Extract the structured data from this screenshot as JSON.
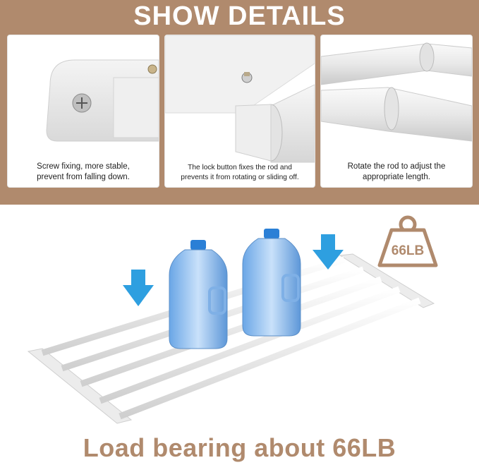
{
  "header": {
    "title": "SHOW DETAILS"
  },
  "panels": [
    {
      "line1": "Screw fixing, more stable,",
      "line2": "prevent from falling down."
    },
    {
      "line1": "The lock button fixes the rod and",
      "line2": "prevents it from rotating or sliding off."
    },
    {
      "line1": "Rotate the rod to adjust the",
      "line2": "appropriate length."
    }
  ],
  "weight_badge": {
    "label": "66LB"
  },
  "footer": {
    "title": "Load bearing about 66LB"
  },
  "colors": {
    "band": "#b08a6d",
    "arrow": "#2e9fe0",
    "footer_text": "#b08a6d"
  }
}
